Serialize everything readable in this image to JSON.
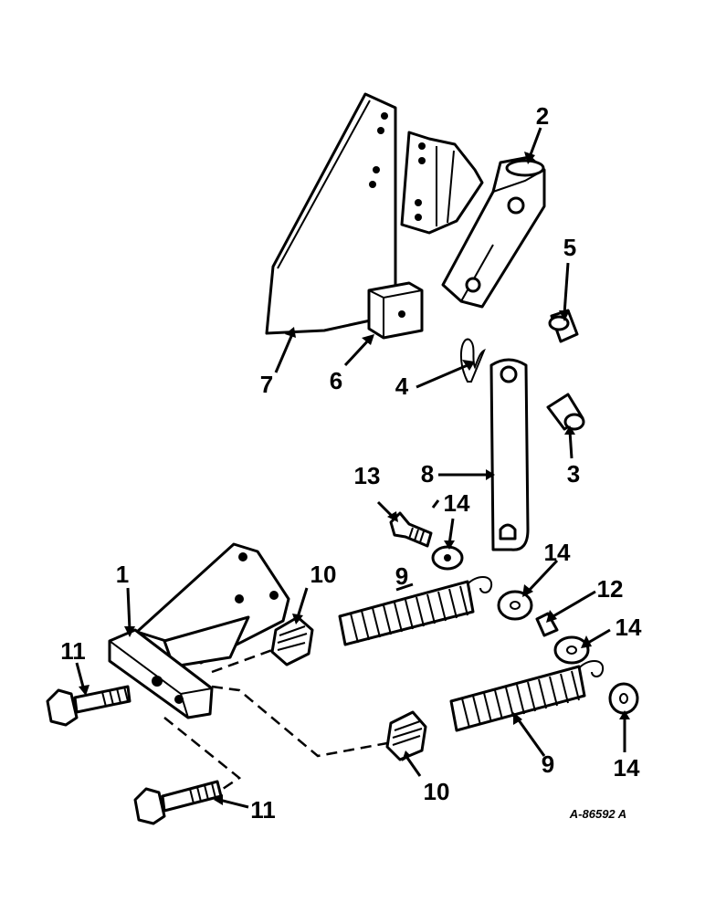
{
  "callouts": [
    {
      "id": "1",
      "text": "1"
    },
    {
      "id": "2",
      "text": "2"
    },
    {
      "id": "3",
      "text": "3"
    },
    {
      "id": "4",
      "text": "4"
    },
    {
      "id": "5",
      "text": "5"
    },
    {
      "id": "6",
      "text": "6"
    },
    {
      "id": "7",
      "text": "7"
    },
    {
      "id": "8",
      "text": "8"
    },
    {
      "id": "9a",
      "text": "9"
    },
    {
      "id": "9b",
      "text": "9"
    },
    {
      "id": "10a",
      "text": "10"
    },
    {
      "id": "10b",
      "text": "10"
    },
    {
      "id": "11a",
      "text": "11"
    },
    {
      "id": "11b",
      "text": "11"
    },
    {
      "id": "12",
      "text": "12"
    },
    {
      "id": "13",
      "text": "13"
    },
    {
      "id": "14a",
      "text": "14"
    },
    {
      "id": "14b",
      "text": "14"
    },
    {
      "id": "14c",
      "text": "14"
    },
    {
      "id": "14d",
      "text": "14"
    }
  ],
  "drawing_number": "A-86592 A"
}
